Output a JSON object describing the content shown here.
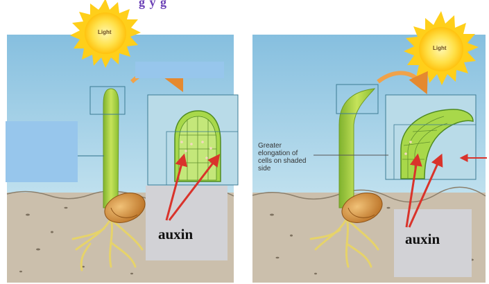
{
  "header": {
    "text": "g y g"
  },
  "panels": [
    {
      "id": "left",
      "sun_label": "Light",
      "auxin_label": "auxin"
    },
    {
      "id": "right",
      "sun_label": "Light",
      "auxin_label": "auxin",
      "callout": "Greater elongation of cells on shaded side"
    }
  ],
  "colors": {
    "sky": "#9fcde4",
    "soil": "#c9bca8",
    "stem": "#a7d24a",
    "seed": "#d89a45",
    "sun": "#ffd21f",
    "arrow": "#d9332b",
    "bend_arrow": "#f0a24a",
    "overlay_blue": "#97c6ec",
    "overlay_gray": "#d2d2d6",
    "header": "#6a3fb5"
  }
}
